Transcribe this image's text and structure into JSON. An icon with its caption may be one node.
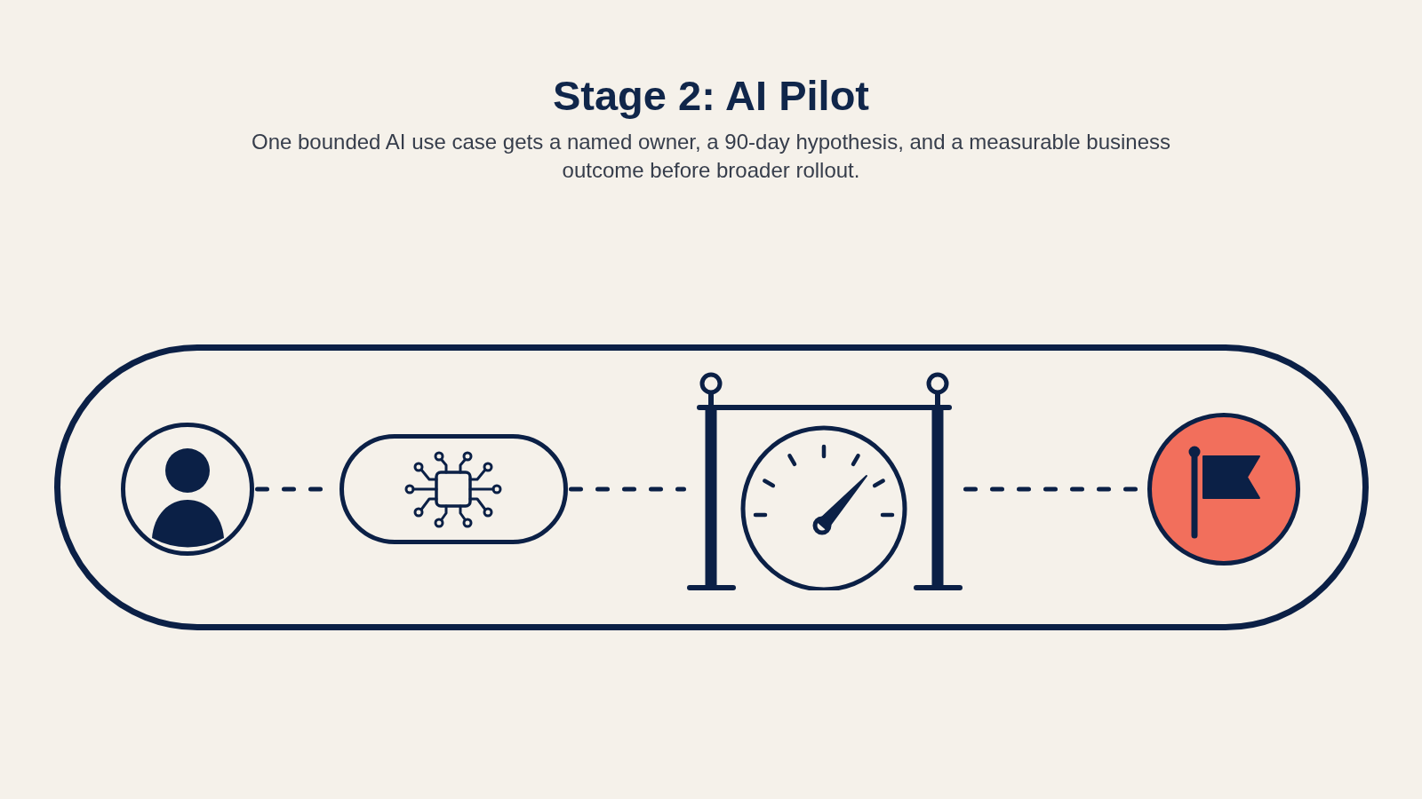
{
  "diagram": {
    "title": "Stage 2: AI Pilot",
    "caption": "One bounded AI use case gets a named owner, a 90-day hypothesis, and a measurable business outcome before broader rollout.",
    "nodes": [
      {
        "text": [],
        "shape": "box"
      },
      {
        "text": [],
        "shape": "circle",
        "in": 0
      },
      {
        "text": [],
        "shape": "box",
        "in": 0
      },
      {
        "text": [],
        "shape": "picture",
        "in": 0
      },
      {
        "text": [],
        "shape": "circle",
        "in": 0
      }
    ],
    "edges": [
      {
        "from": 1,
        "to": 2,
        "arrow": "none",
        "style": "dashed"
      },
      {
        "from": 2,
        "to": 3,
        "arrow": "none",
        "style": "dashed"
      },
      {
        "from": 3,
        "to": 4,
        "arrow": "none",
        "style": "dashed"
      }
    ]
  }
}
